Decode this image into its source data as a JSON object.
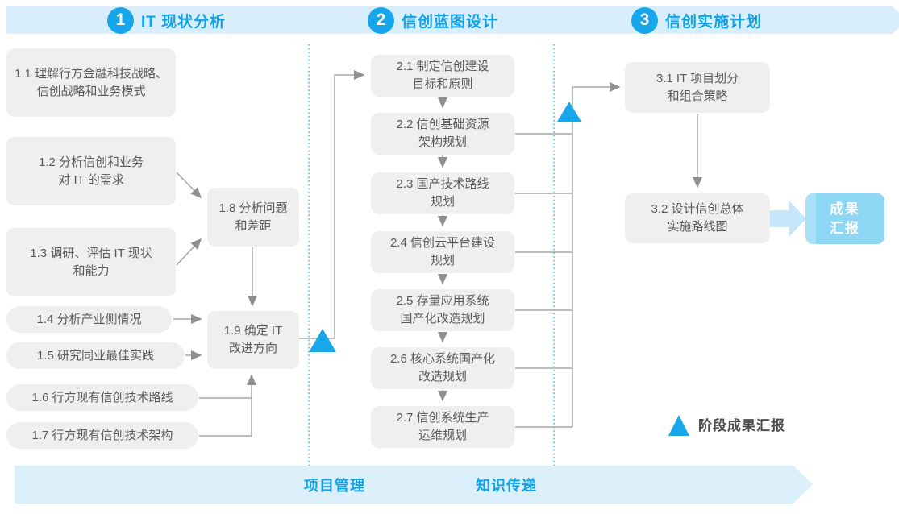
{
  "title_banners": [
    {
      "number": "1",
      "title": "IT 现状分析"
    },
    {
      "number": "2",
      "title": "信创蓝图设计"
    },
    {
      "number": "3",
      "title": "信创实施计划"
    }
  ],
  "boxes": {
    "b1_1": "1.1 理解行方金融科技战略、\n信创战略和业务模式",
    "b1_2": "1.2 分析信创和业务\n对 IT 的需求",
    "b1_3": "1.3 调研、评估 IT 现状\n和能力",
    "b1_4": "1.4 分析产业侧情况",
    "b1_5": "1.5 研究同业最佳实践",
    "b1_6": "1.6 行方现有信创技术路线",
    "b1_7": "1.7 行方现有信创技术架构",
    "b1_8": "1.8 分析问题\n和差距",
    "b1_9": "1.9 确定 IT\n改进方向",
    "b2_1": "2.1 制定信创建设\n目标和原则",
    "b2_2": "2.2 信创基础资源\n架构规划",
    "b2_3": "2.3 国产技术路线\n规划",
    "b2_4": "2.4 信创云平台建设\n规划",
    "b2_5": "2.5 存量应用系统\n国产化改造规划",
    "b2_6": "2.6 核心系统国产化\n改造规划",
    "b2_7": "2.7 信创系统生产\n运维规划",
    "b3_1": "3.1 IT 项目划分\n和组合策略",
    "b3_2": "3.2 设计信创总体\n实施路线图"
  },
  "report_box_label": "成果\n汇报",
  "legend": {
    "milestone_label": "阶段成果汇报"
  },
  "bottom_banner": {
    "labels": [
      "项目管理",
      "知识传递"
    ]
  },
  "colors": {
    "accent_blue": "#16a6e9",
    "banner_bg": "#d9eefb",
    "banner_text": "#0fa2e6",
    "box_bg": "#efefef",
    "box_text": "#58595b",
    "connector_gray": "#a7a7a7",
    "milestone_triangle": "#18a7ea",
    "report_box_bg": "#8dd7f4",
    "dotted_divider": "#45b5e9"
  }
}
